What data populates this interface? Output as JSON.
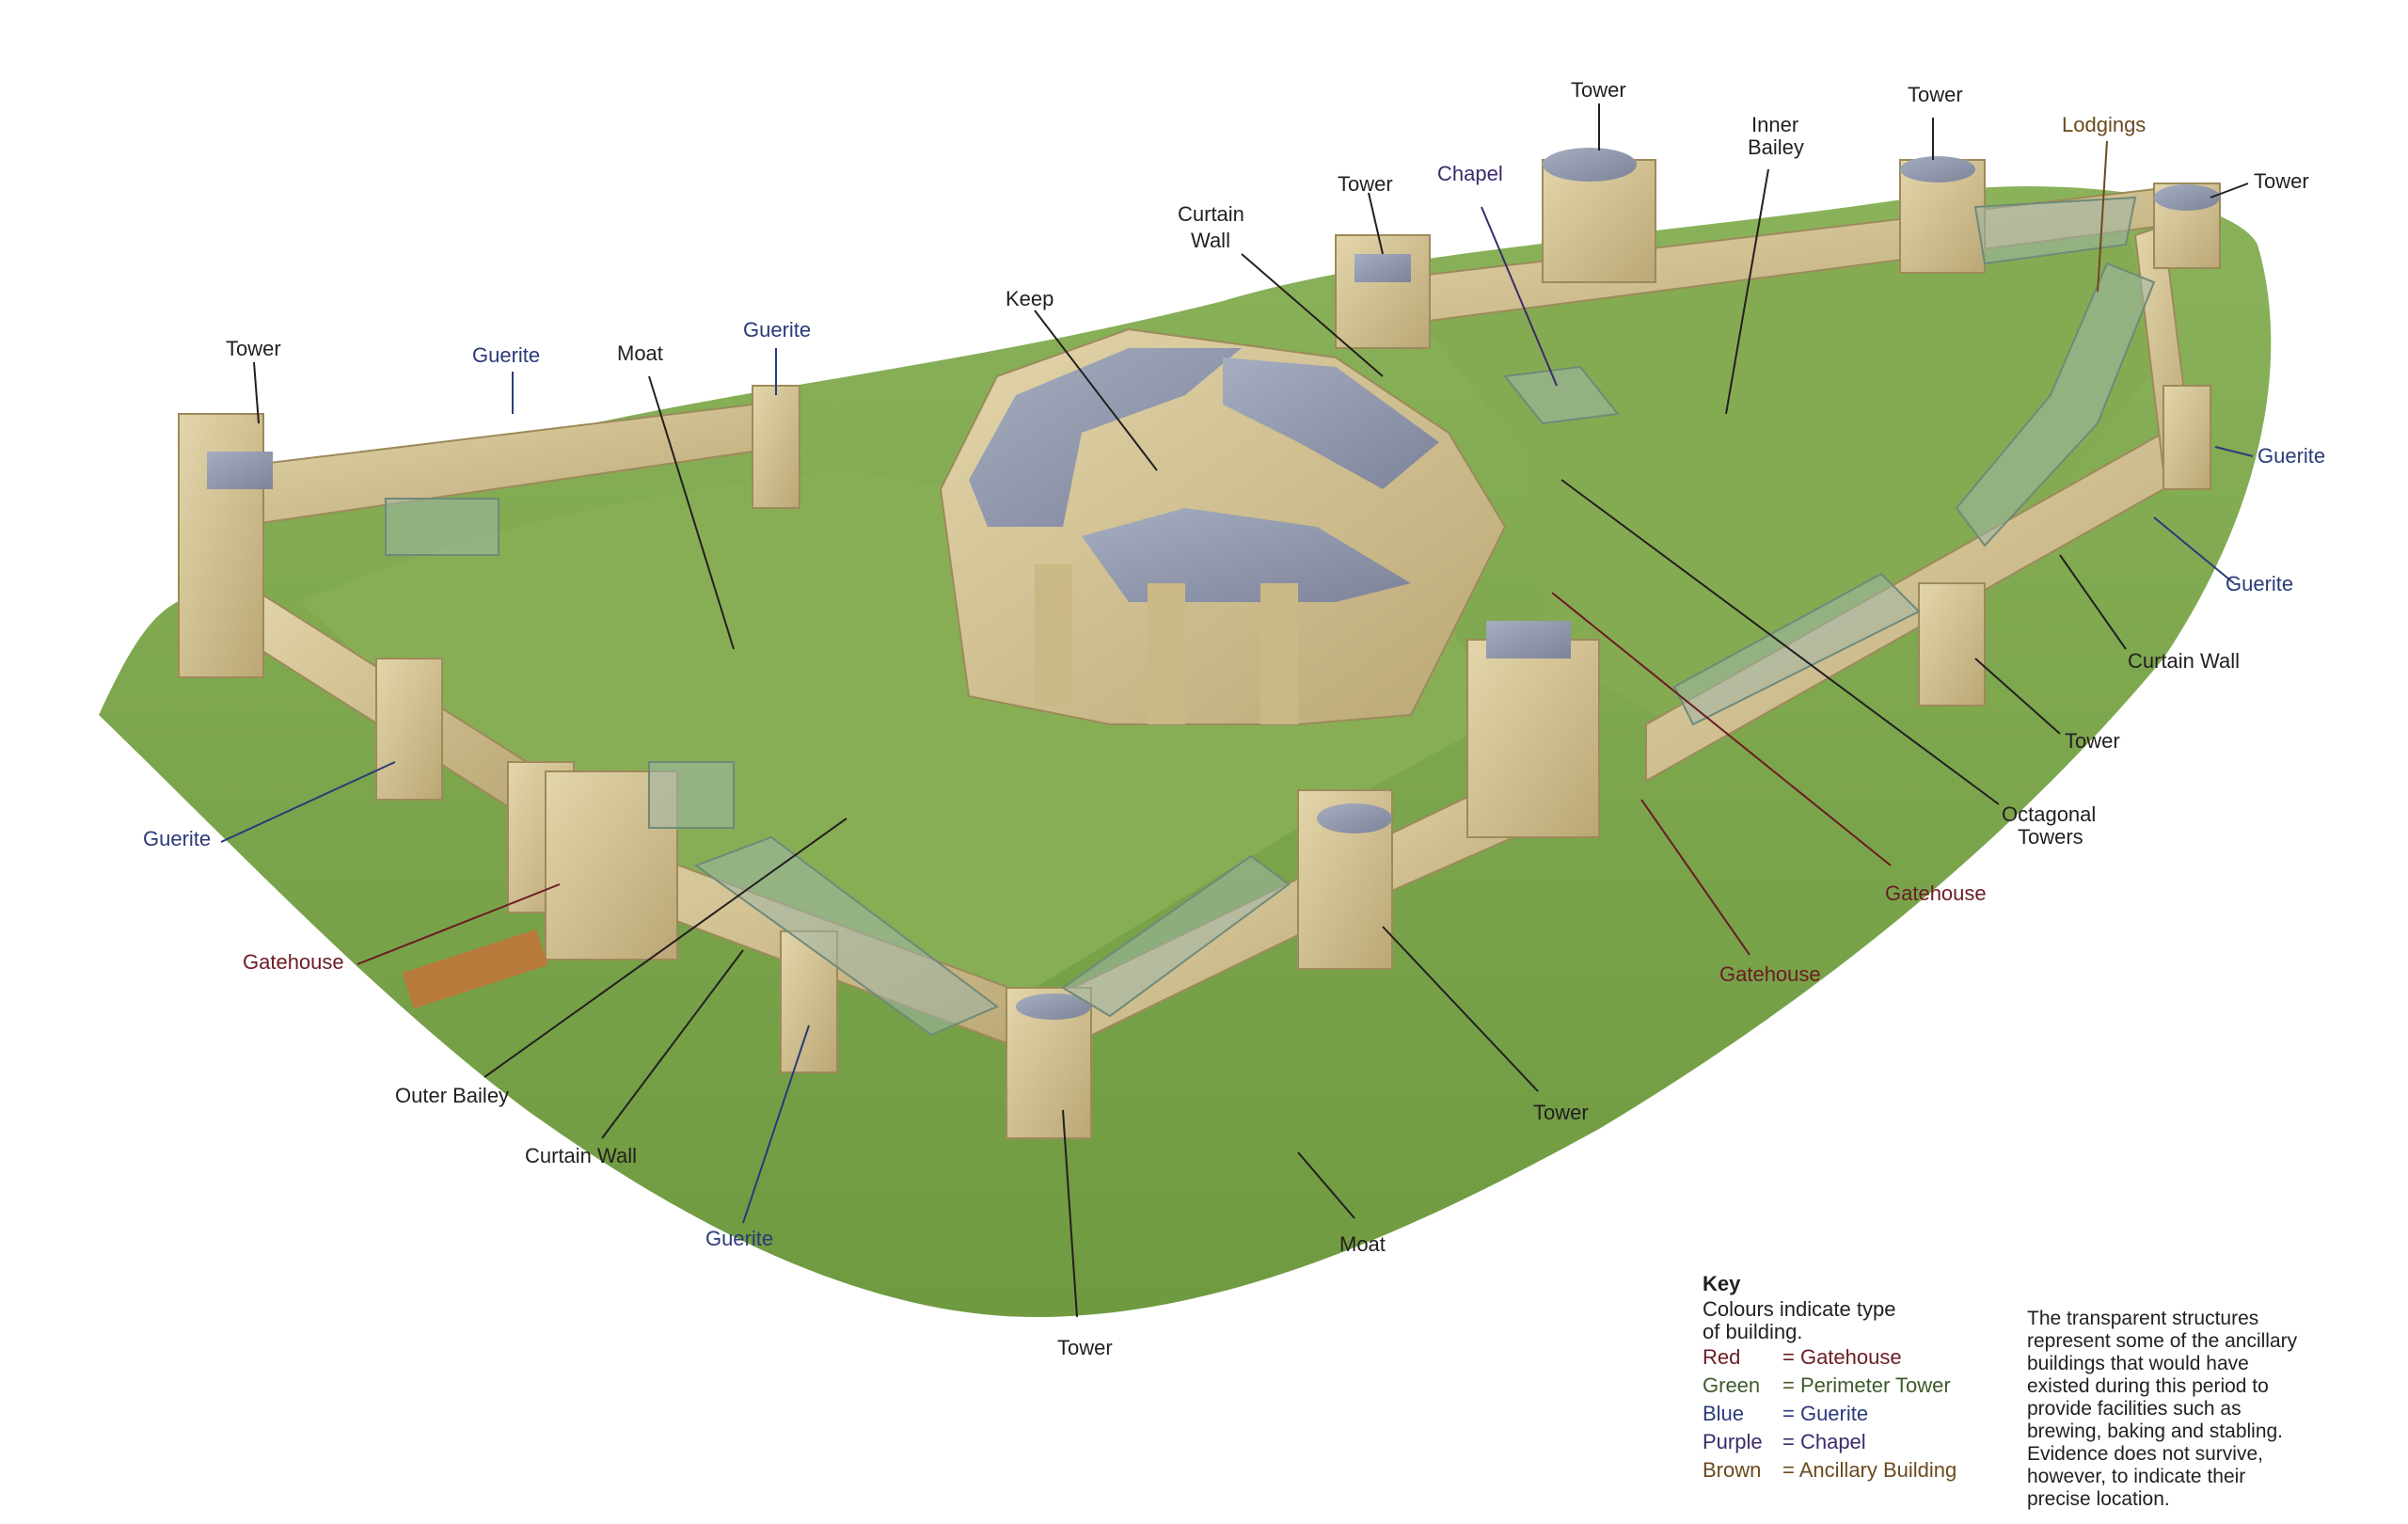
{
  "labels": [
    {
      "id": "tower-top-left",
      "text": "Tower",
      "color": "black"
    },
    {
      "id": "guerite-top-left",
      "text": "Guerite",
      "color": "blue"
    },
    {
      "id": "moat-top",
      "text": "Moat",
      "color": "black"
    },
    {
      "id": "guerite-top-mid",
      "text": "Guerite",
      "color": "blue"
    },
    {
      "id": "keep",
      "text": "Keep",
      "color": "black"
    },
    {
      "id": "curtain-wall-top-1",
      "text": "Curtain",
      "color": "black"
    },
    {
      "id": "curtain-wall-top-2",
      "text": "Wall",
      "color": "black"
    },
    {
      "id": "tower-top-mid",
      "text": "Tower",
      "color": "black"
    },
    {
      "id": "chapel",
      "text": "Chapel",
      "color": "purple"
    },
    {
      "id": "tower-top-center",
      "text": "Tower",
      "color": "black"
    },
    {
      "id": "inner-bailey-1",
      "text": "Inner",
      "color": "black"
    },
    {
      "id": "inner-bailey-2",
      "text": "Bailey",
      "color": "black"
    },
    {
      "id": "tower-top-right",
      "text": "Tower",
      "color": "black"
    },
    {
      "id": "lodgings",
      "text": "Lodgings",
      "color": "brown"
    },
    {
      "id": "tower-far-right",
      "text": "Tower",
      "color": "black"
    },
    {
      "id": "guerite-right-1",
      "text": "Guerite",
      "color": "blue"
    },
    {
      "id": "guerite-right-2",
      "text": "Guerite",
      "color": "blue"
    },
    {
      "id": "curtain-wall-right",
      "text": "Curtain Wall",
      "color": "black"
    },
    {
      "id": "tower-right",
      "text": "Tower",
      "color": "black"
    },
    {
      "id": "octagonal-towers-1",
      "text": "Octagonal",
      "color": "black"
    },
    {
      "id": "octagonal-towers-2",
      "text": "Towers",
      "color": "black"
    },
    {
      "id": "gatehouse-right",
      "text": "Gatehouse",
      "color": "red"
    },
    {
      "id": "gatehouse-mid",
      "text": "Gatehouse",
      "color": "red"
    },
    {
      "id": "guerite-left",
      "text": "Guerite",
      "color": "blue"
    },
    {
      "id": "gatehouse-left",
      "text": "Gatehouse",
      "color": "red"
    },
    {
      "id": "outer-bailey",
      "text": "Outer Bailey",
      "color": "black"
    },
    {
      "id": "curtain-wall-bottom",
      "text": "Curtain Wall",
      "color": "black"
    },
    {
      "id": "guerite-bottom",
      "text": "Guerite",
      "color": "blue"
    },
    {
      "id": "tower-bottom",
      "text": "Tower",
      "color": "black"
    },
    {
      "id": "moat-bottom",
      "text": "Moat",
      "color": "black"
    },
    {
      "id": "tower-bottom-mid",
      "text": "Tower",
      "color": "black"
    }
  ],
  "key": {
    "title": "Key",
    "intro_1": "Colours indicate type",
    "intro_2": "of building.",
    "rows": [
      {
        "color_name": "Red",
        "meaning": "= Gatehouse",
        "hex": "#6b1c25"
      },
      {
        "color_name": "Green",
        "meaning": "= Perimeter Tower",
        "hex": "#3f5a2a"
      },
      {
        "color_name": "Blue",
        "meaning": "= Guerite",
        "hex": "#2b3a78"
      },
      {
        "color_name": "Purple",
        "meaning": "= Chapel",
        "hex": "#3b2a6a"
      },
      {
        "color_name": "Brown",
        "meaning": "= Ancillary Building",
        "hex": "#6b4a1e"
      }
    ]
  },
  "note": {
    "line_1": "The transparent structures",
    "line_2": "represent some of the ancillary",
    "line_3": "buildings that would have",
    "line_4": "existed during this period to",
    "line_5": "provide facilities such as",
    "line_6": "brewing, baking and stabling.",
    "line_7": "Evidence does not survive,",
    "line_8": "however, to indicate their",
    "line_9": "precise location."
  },
  "colors": {
    "grass": "#7aa24a",
    "grass_dark": "#5f8a35",
    "stone": "#d8c89a",
    "stone_dark": "#b6a06c",
    "roof": "#8c93a8",
    "glass": "#9fb7a8"
  }
}
